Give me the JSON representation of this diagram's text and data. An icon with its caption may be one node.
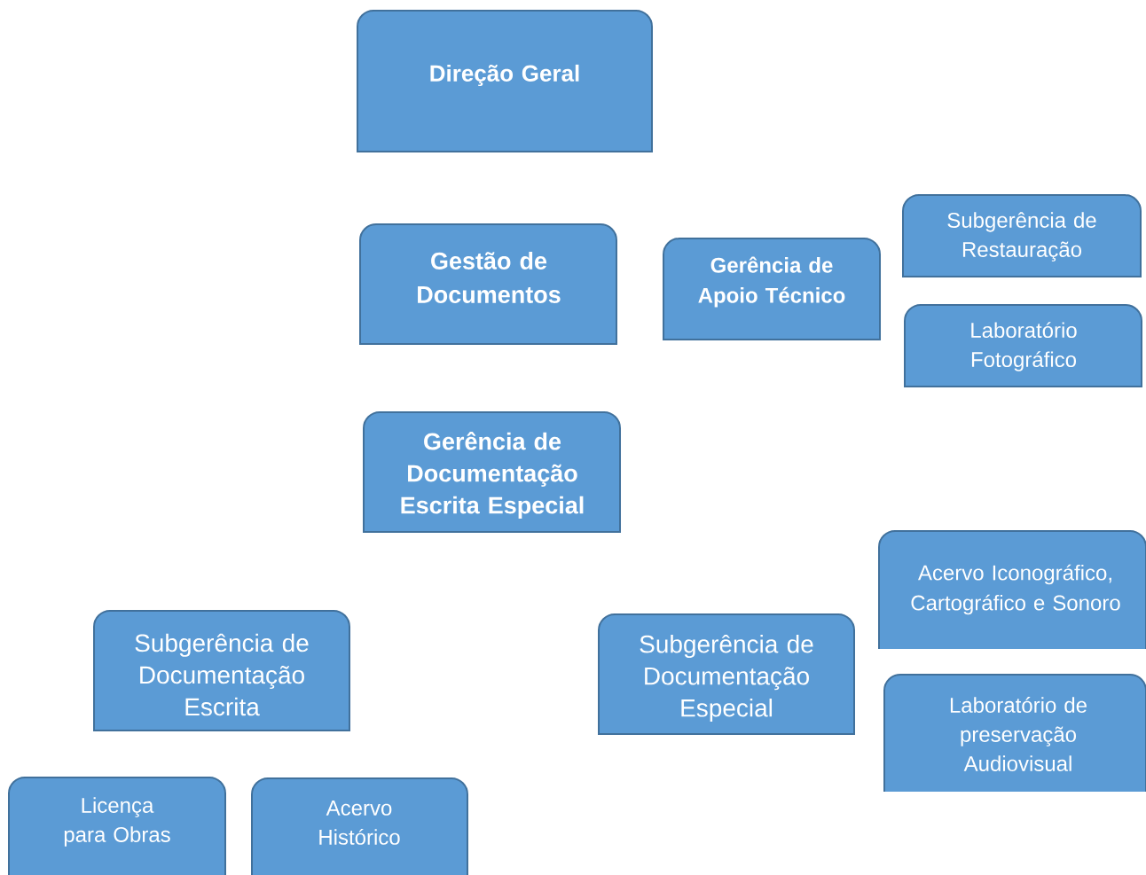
{
  "diagram": {
    "nodes": [
      {
        "text": [
          "Direção Geral"
        ]
      },
      {
        "text": [
          "Gestão de Documentos"
        ]
      },
      {
        "text": [
          "Gerência de Apoio Técnico"
        ]
      },
      {
        "text": [
          "Subgerência de Restauração"
        ]
      },
      {
        "text": [
          "Laboratório Fotográfico"
        ]
      },
      {
        "text": [
          "Gerência de Documentação Escrita Especial"
        ]
      },
      {
        "text": [
          "Acervo Iconográfico, Cartográfico e Sonoro"
        ]
      },
      {
        "text": [
          "Subgerência de Documentação Escrita"
        ]
      },
      {
        "text": [
          "Subgerência de Documentação Especial"
        ]
      },
      {
        "text": [
          "Laboratório de preservação Audiovisual"
        ]
      },
      {
        "text": [
          "Licença para Obras"
        ]
      },
      {
        "text": [
          "Acervo Histórico"
        ]
      }
    ]
  }
}
